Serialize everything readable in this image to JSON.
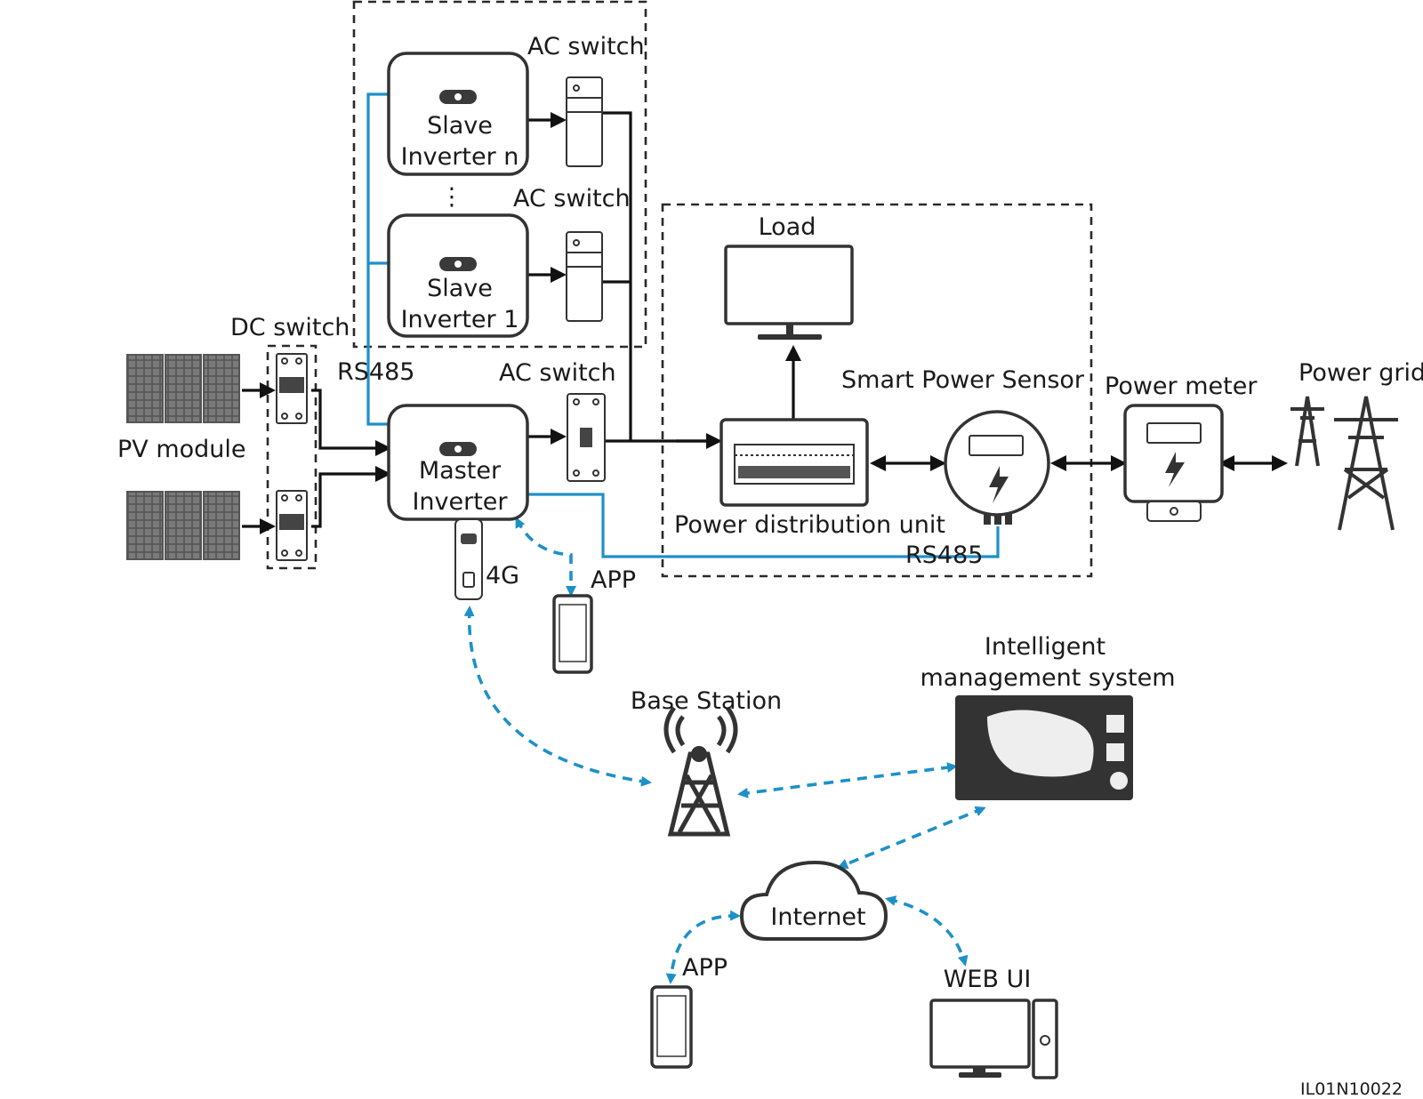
{
  "labels": {
    "ac_switch_top": "AC switch",
    "ac_switch_mid": "AC switch",
    "ac_switch_master": "AC switch",
    "slave_n_line1": "Slave",
    "slave_n_line2": "Inverter n",
    "slave_1_line1": "Slave",
    "slave_1_line2": "Inverter 1",
    "ellipsis": "⋮",
    "dc_switch": "DC switch",
    "rs485_left": "RS485",
    "rs485_bottom": "RS485",
    "pv_module": "PV module",
    "master_line1": "Master",
    "master_line2": "Inverter",
    "load": "Load",
    "smart_power_sensor": "Smart Power Sensor",
    "power_meter": "Power meter",
    "power_grid": "Power grid",
    "power_distribution_unit": "Power distribution unit",
    "app_top": "APP",
    "dongle_4g": "4G",
    "base_station": "Base Station",
    "ims_line1": "Intelligent",
    "ims_line2": "management system",
    "internet": "Internet",
    "app_bottom": "APP",
    "web_ui": "WEB UI",
    "figure_id": "IL01N10022"
  },
  "colors": {
    "rs485_line": "#1e90c8",
    "wireless_link": "#1e90c8",
    "power_line": "#111111",
    "device_outline": "#333333"
  },
  "icons": {
    "pv_module": "solar-panel-icon",
    "dc_switch": "breaker-icon",
    "ac_switch": "breaker-icon",
    "load": "monitor-icon",
    "smart_power_sensor": "meter-icon",
    "power_meter": "meter-icon",
    "power_grid": "transmission-tower-icon",
    "dongle": "4g-dongle-icon",
    "app": "smartphone-icon",
    "base_station": "antenna-tower-icon",
    "ims": "dashboard-screen-icon",
    "internet": "cloud-icon",
    "web_ui": "desktop-computer-icon"
  }
}
